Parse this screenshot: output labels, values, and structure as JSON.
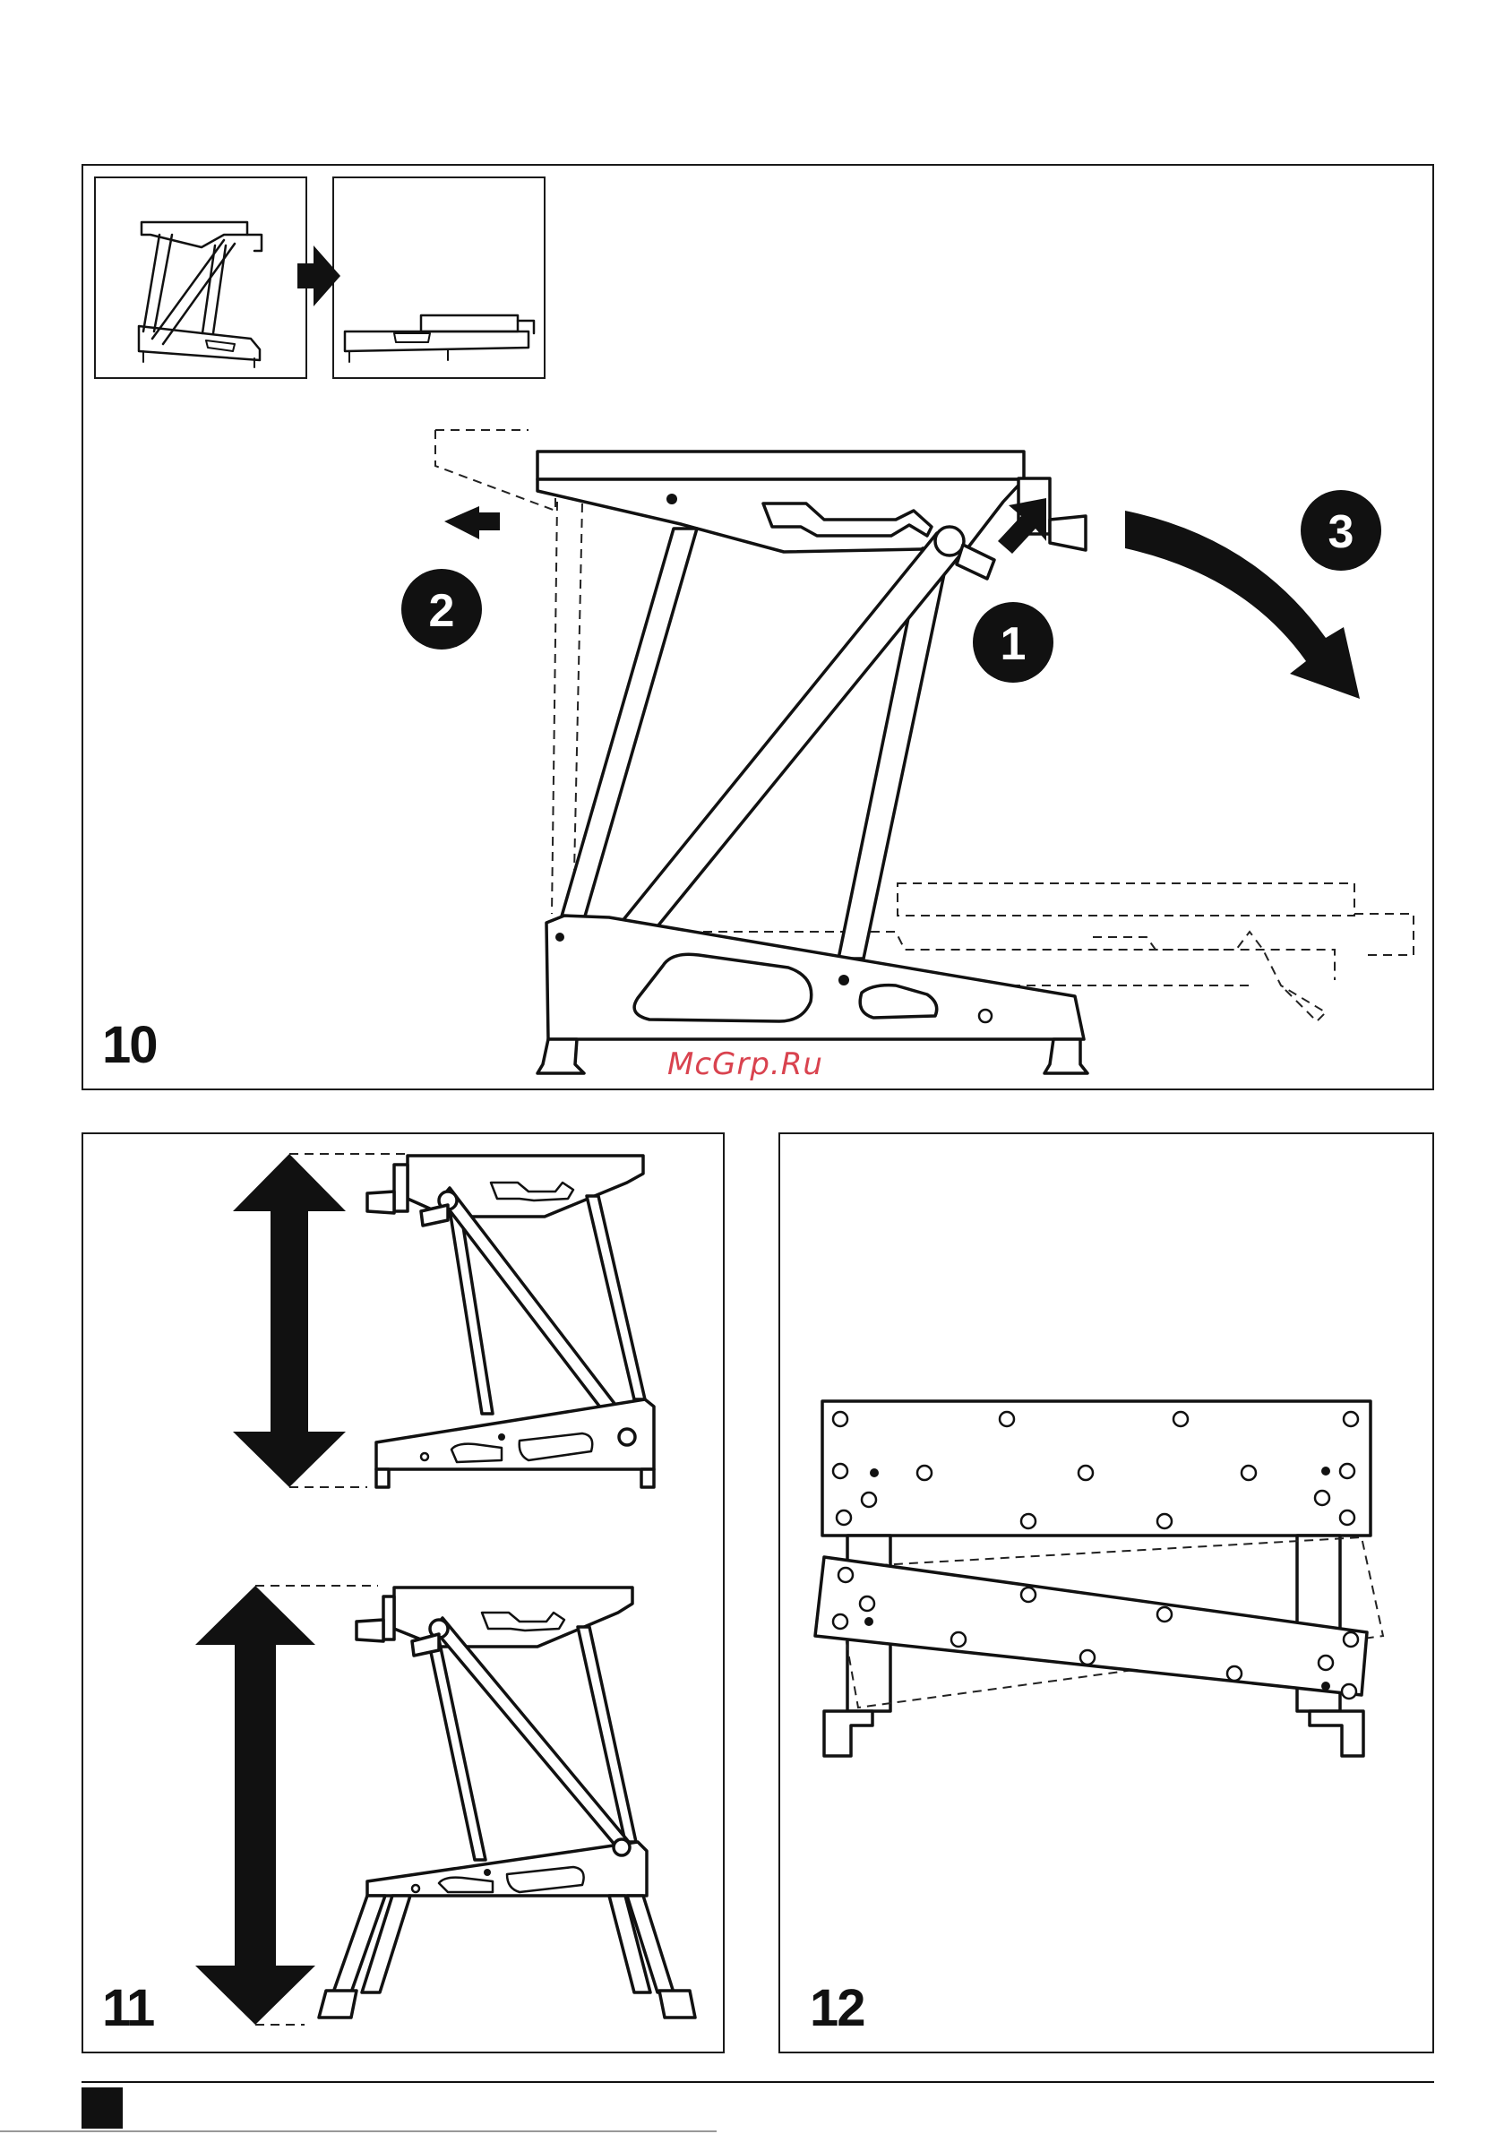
{
  "figures": {
    "fig10": {
      "number": "10",
      "steps": [
        "1",
        "2",
        "3"
      ]
    },
    "fig11": {
      "number": "11"
    },
    "fig12": {
      "number": "12"
    }
  },
  "watermark": {
    "text": "McGrp.Ru",
    "color": "#d9434f"
  },
  "colors": {
    "ink": "#111111",
    "paper": "#ffffff"
  }
}
